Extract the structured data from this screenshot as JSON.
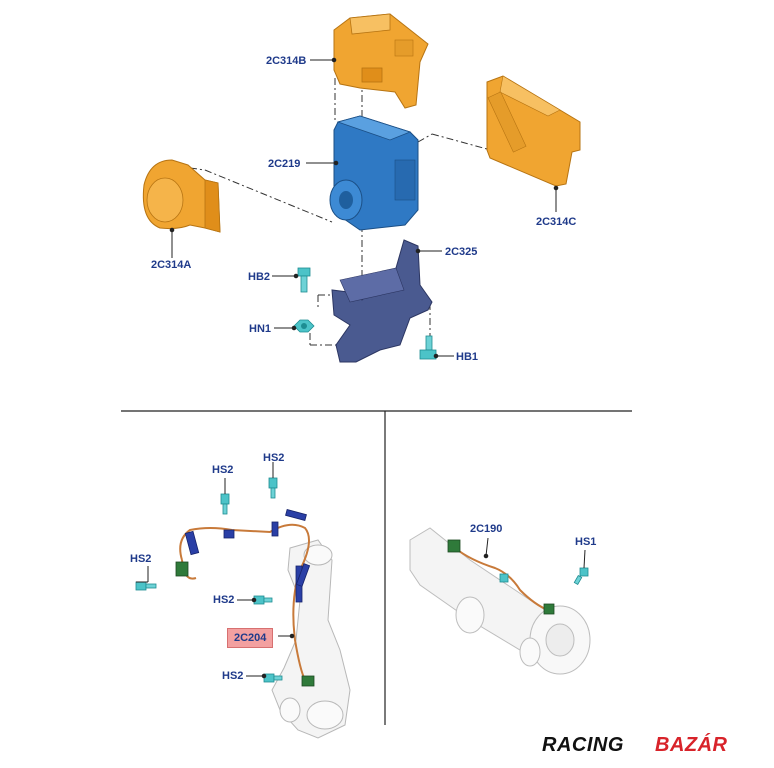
{
  "labels": {
    "bracket_top": "2C314B",
    "module": "2C219",
    "cover_left": "2C314A",
    "cover_right": "2C314C",
    "bracket_lower": "2C325",
    "bolt_hb2": "HB2",
    "nut_hn1": "HN1",
    "bolt_hb1": "HB1",
    "hs2_a": "HS2",
    "hs2_b": "HS2",
    "hs2_c": "HS2",
    "hs2_d": "HS2",
    "hs2_e": "HS2",
    "sensor_front": "2C204",
    "sensor_rear": "2C190",
    "hs1": "HS1"
  },
  "watermark": {
    "part1": "RACING",
    "part2": "BAZÁR"
  },
  "colors": {
    "orange_part": "#f0a531",
    "blue_module": "#2f79c4",
    "bracket": "#4a5a90",
    "label": "#1f3a8a",
    "highlight": "#f3a0a0",
    "wire": "#c87a3a",
    "cyan_fastener": "#4cc3c8",
    "green_connector": "#2f7a3a"
  }
}
